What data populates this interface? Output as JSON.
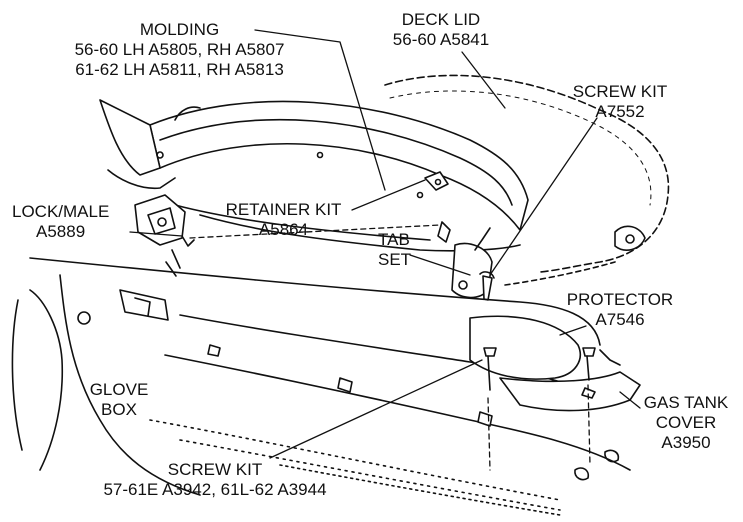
{
  "colors": {
    "ink": "#111111",
    "paper": "#ffffff"
  },
  "labels": {
    "molding": {
      "title": "MOLDING",
      "line1": "56-60 LH A5805,  RH A5807",
      "line2": "61-62 LH A5811,  RH A5813"
    },
    "deck_lid": {
      "title": "DECK LID",
      "part": "56-60  A5841"
    },
    "screw_kit_top": {
      "title": "SCREW KIT",
      "part": "A7552"
    },
    "lock_male": {
      "title": "LOCK/MALE",
      "part": "A5889"
    },
    "retainer_kit": {
      "title": "RETAINER KIT",
      "part": "A5864"
    },
    "tab_set": {
      "line1": "TAB",
      "line2": "SET"
    },
    "protector": {
      "title": "PROTECTOR",
      "part": "A7546"
    },
    "glove_box": {
      "line1": "GLOVE",
      "line2": "BOX"
    },
    "gas_tank_cover": {
      "line1": "GAS TANK",
      "line2": "COVER",
      "part": "A3950"
    },
    "screw_kit_bottom": {
      "title": "SCREW KIT",
      "part": "57-61E A3942,  61L-62 A3944"
    }
  }
}
